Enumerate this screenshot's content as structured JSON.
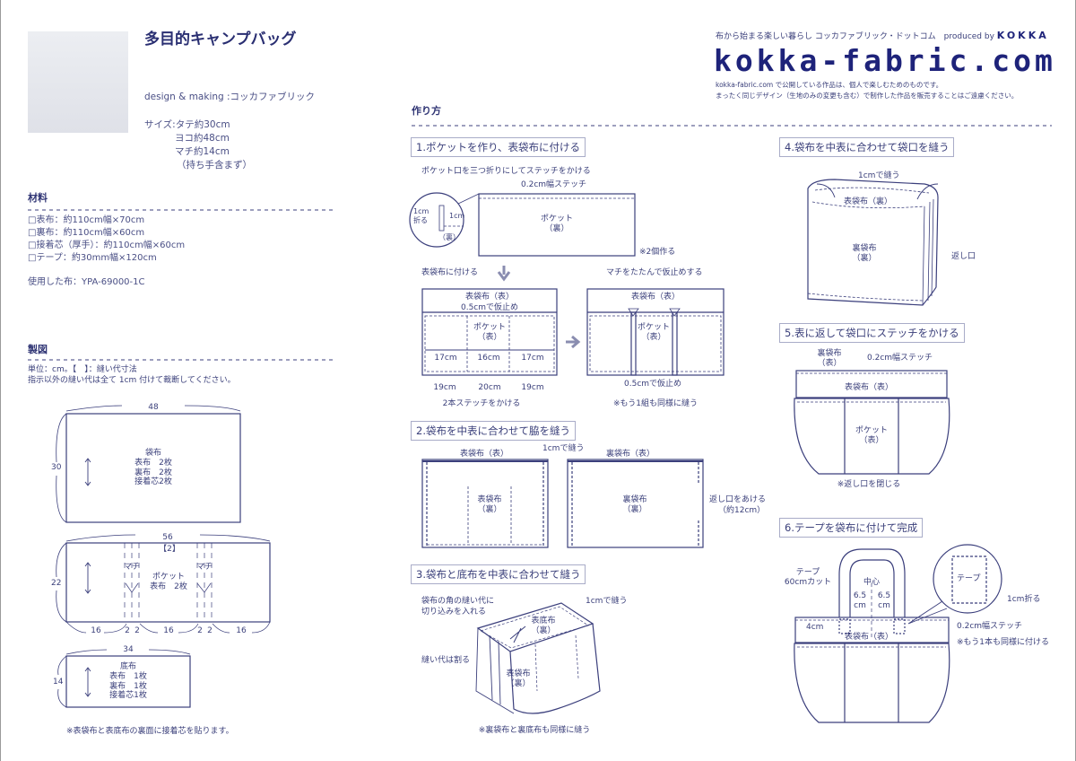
{
  "header": {
    "title": "多目的キャンプバッグ",
    "design": "design & making :コッカファブリック",
    "size": [
      "サイズ:タテ約30cm",
      "ヨコ約48cm",
      "マチ約14cm",
      "（持ち手含まず）"
    ],
    "tagline": "布から始まる楽しい暮らし コッカファブリック・ドットコム　produced by",
    "brand": "KOKKA",
    "logo": "kokka-fabric.com",
    "notice": [
      "kokka-fabric.com で公開している作品は、個人で楽しむためのものです。",
      "まったく同じデザイン（生地のみの変更も含む）で制作した作品を販売することはご遠慮ください。"
    ]
  },
  "materials": {
    "heading": "材料",
    "items": [
      "□表布：約110cm幅×70cm",
      "□裏布：約110cm幅×60cm",
      "□接着芯（厚手）：約110cm幅×60cm",
      "□テープ：約30mm幅×120cm"
    ],
    "fabric": "使用した布：YPA-69000-1C"
  },
  "pattern": {
    "heading": "製図",
    "notes": [
      "単位：cm。【　】：縫い代寸法",
      "指示以外の縫い代は全て 1cm 付けて裁断してください。"
    ],
    "bag": {
      "w": "48",
      "h": "30",
      "lines": [
        "袋布",
        "表布　2枚",
        "裏布　2枚",
        "接着芯2枚"
      ]
    },
    "pocket": {
      "w": "56",
      "seam": "【2】",
      "h": "22",
      "gusset": "マチ",
      "lines": [
        "ポケット",
        "表布　2枚"
      ],
      "bottom": [
        "16",
        "2",
        "2",
        "16",
        "2",
        "2",
        "16"
      ]
    },
    "base": {
      "w": "34",
      "h": "14",
      "lines": [
        "底布",
        "表布　1枚",
        "裏布　1枚",
        "接着芯1枚"
      ]
    },
    "footnote": "※表袋布と表底布の裏面に接着芯を貼ります。"
  },
  "howto": {
    "heading": "作り方",
    "step1": {
      "title": "1.ポケットを作り、表袋布に付ける",
      "fold_note": "ポケット口を三つ折りにしてステッチをかける",
      "stitch": "0.2cm幅ステッチ",
      "fold1": "1cm",
      "fold1b": "折る",
      "fold2": "1cm",
      "back": "（裏）",
      "pocket": "ポケット",
      "pocket_side": "（裏）",
      "make2": "※2個作る",
      "attach": "表袋布に付ける",
      "gusset_fold": "マチをたたんで仮止めする",
      "outer": "表袋布（表）",
      "baste": "0.5cmで仮止め",
      "pocket_front": "（表）",
      "widths_top": [
        "17cm",
        "16cm",
        "17cm"
      ],
      "widths_bottom": [
        "19cm",
        "20cm",
        "19cm"
      ],
      "two_stitch": "2本ステッチをかける",
      "baste2": "0.5cmで仮止め",
      "repeat": "※もう1組も同様に縫う"
    },
    "step2": {
      "title": "2.袋布を中表に合わせて脇を縫う",
      "outer_front": "表袋布（表）",
      "sew": "1cmで縫う",
      "lining_front": "裏袋布（表）",
      "outer_back": "表袋布",
      "lining_back": "裏袋布",
      "back": "（裏）",
      "opening": "返し口をあける",
      "opening_size": "（約12cm）"
    },
    "step3": {
      "title": "3.袋布と底布を中表に合わせて縫う",
      "clip": "袋布の角の縫い代に",
      "clip2": "切り込みを入れる",
      "sew": "1cmで縫う",
      "base": "表底布",
      "outer": "表袋布",
      "back": "（裏）",
      "press": "縫い代は割る",
      "repeat": "※裏袋布と裏底布も同様に縫う"
    },
    "step4": {
      "title": "4.袋布を中表に合わせて袋口を縫う",
      "sew": "1cmで縫う",
      "outer": "表袋布（裏）",
      "lining": "裏袋布",
      "back": "（裏）",
      "opening": "返し口"
    },
    "step5": {
      "title": "5.表に返して袋口にステッチをかける",
      "lining": "裏袋布",
      "front": "（表）",
      "stitch": "0.2cm幅ステッチ",
      "outer": "表袋布（表）",
      "pocket": "ポケット",
      "close": "※返し口を閉じる"
    },
    "step6": {
      "title": "6.テープを袋布に付けて完成",
      "tape": "テープ",
      "tape_cut": "60cmカット",
      "center": "中心",
      "d1": "6.5",
      "d2": "6.5",
      "cm": "cm",
      "four": "4cm",
      "outer": "表袋布（表）",
      "tape_label": "テープ",
      "fold": "1cm折る",
      "stitch": "0.2cm幅ステッチ",
      "repeat": "※もう1本も同様に付ける"
    }
  }
}
